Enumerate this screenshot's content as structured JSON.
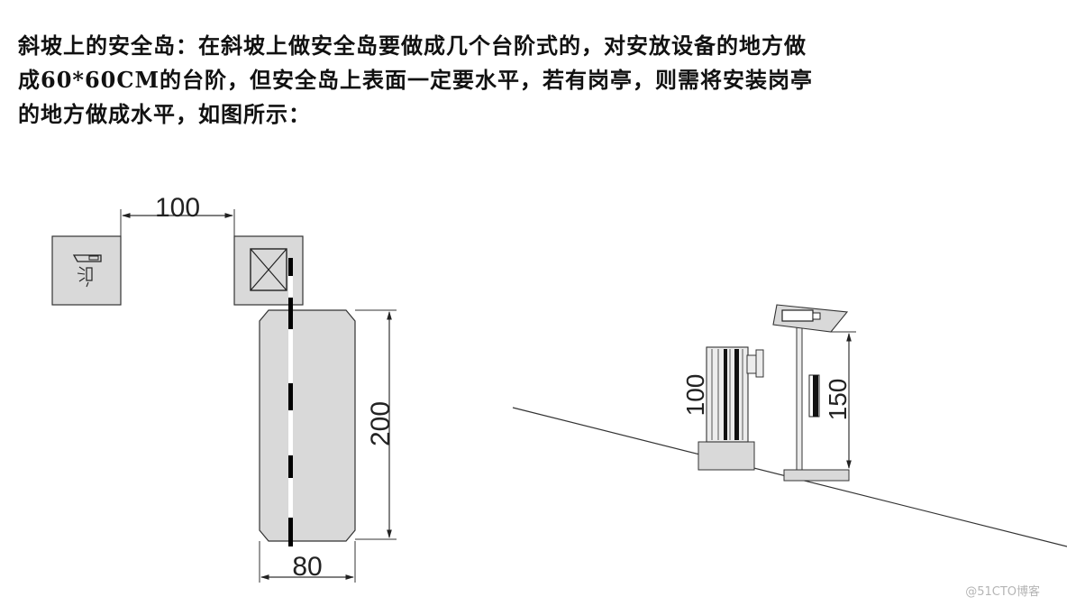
{
  "text": {
    "line1": "斜坡上的安全岛：在斜坡上做安全岛要做成几个台阶式的，对安放设备的地方做",
    "line2": "成60*60CM的台阶，但安全岛上表面一定要水平，若有岗亭，则需将安装岗亭",
    "line3": "的地方做成水平，如图所示："
  },
  "plan_view": {
    "dim_top": "100",
    "dim_height": "200",
    "dim_width": "80"
  },
  "side_view": {
    "dim_barrier_height": "100",
    "dim_pole_height": "150"
  },
  "watermark": "@51CTO博客",
  "colors": {
    "fill_gray": "#d9d9d9",
    "stroke": "#333333",
    "bar": "#000000"
  }
}
